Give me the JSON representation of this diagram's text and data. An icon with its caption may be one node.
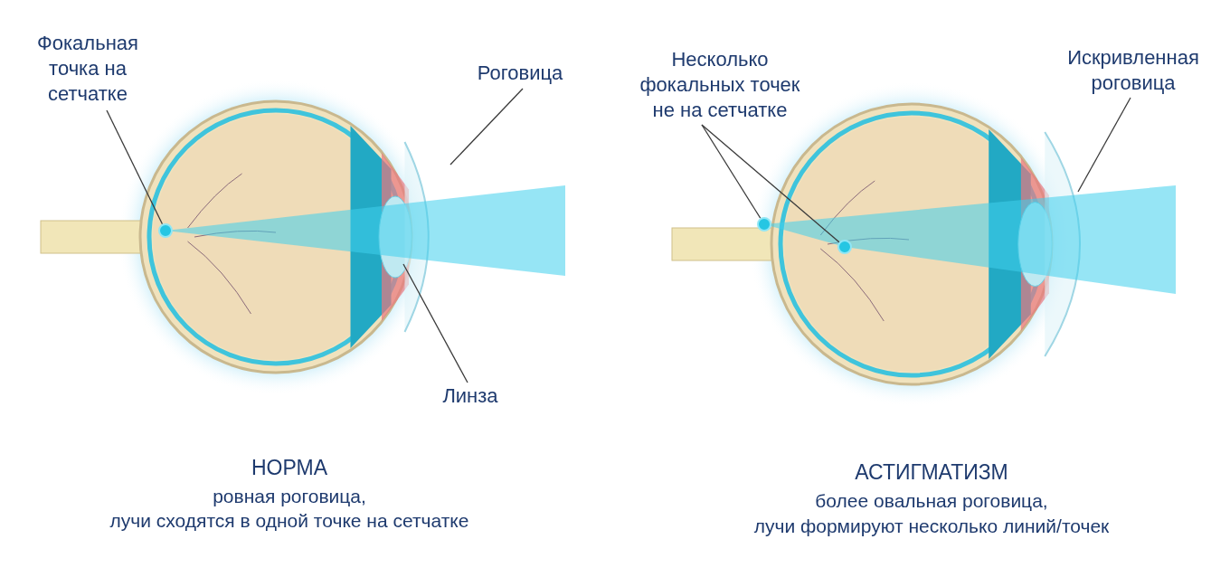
{
  "diagram": {
    "nodes": [
      {
        "text": [
          "Фокальная точка на сетчатке"
        ]
      },
      {
        "text": [],
        "shape": "circle"
      },
      {
        "text": [
          "Роговица"
        ]
      },
      {
        "text": [
          "Линза"
        ]
      },
      {
        "text": [
          "Несколько фокальных точек не на сетчатке"
        ]
      },
      {
        "text": [],
        "shape": "circle"
      },
      {
        "text": [],
        "shape": "circle"
      },
      {
        "text": [
          "Искривленная роговица"
        ]
      }
    ],
    "edges": [
      {
        "from": 0,
        "to": 1,
        "arrow": "none"
      },
      {
        "from": 2,
        "to": null,
        "arrow": "none"
      },
      {
        "from": 3,
        "to": null,
        "arrow": "none"
      },
      {
        "from": 4,
        "to": 5,
        "arrow": "none"
      },
      {
        "from": 4,
        "to": 6,
        "arrow": "none"
      },
      {
        "from": 7,
        "to": null,
        "arrow": "none"
      }
    ],
    "labels": [
      "НОРМА",
      "ровная роговица,",
      "лучи сходятся в одной точке на сетчатке",
      "АСТИГМАТИЗМ",
      "более овальная роговица,",
      "лучи формируют несколько линий/точек"
    ]
  }
}
